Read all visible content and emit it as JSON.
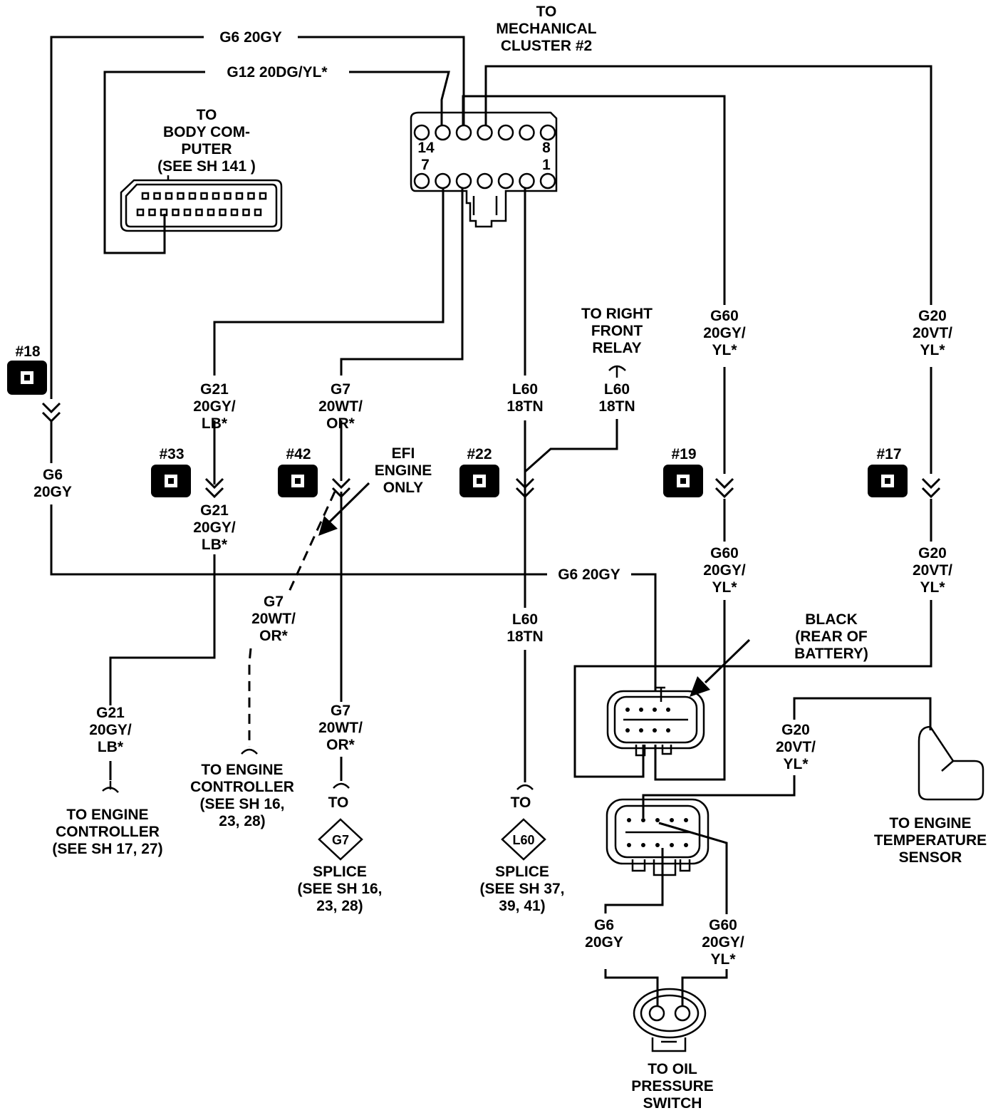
{
  "labels": {
    "to_mech_cluster_1": "TO",
    "to_mech_cluster_2": "MECHANICAL",
    "to_mech_cluster_3": "CLUSTER #2",
    "g6_top": "G6 20GY",
    "g12_top": "G12 20DG/YL*",
    "body_comp_1": "TO",
    "body_comp_2": "BODY COM-",
    "body_comp_3": "PUTER",
    "body_comp_4": "(SEE SH 141 )",
    "pin14": "14",
    "pin8": "8",
    "pin7": "7",
    "pin1": "1",
    "right_front_relay_1": "TO RIGHT",
    "right_front_relay_2": "FRONT",
    "right_front_relay_3": "RELAY",
    "g60_top_1": "G60",
    "g60_top_2": "20GY/",
    "g60_top_3": "YL*",
    "g20_top_1": "G20",
    "g20_top_2": "20VT/",
    "g20_top_3": "YL*",
    "c18": "#18",
    "c33": "#33",
    "c42": "#42",
    "c22": "#22",
    "c19": "#19",
    "c17": "#17",
    "g21_a_1": "G21",
    "g21_a_2": "20GY/",
    "g21_a_3": "LB*",
    "g7_a_1": "G7",
    "g7_a_2": "20WT/",
    "g7_a_3": "OR*",
    "l60_a_1": "L60",
    "l60_a_2": "18TN",
    "l60_relay_1": "L60",
    "l60_relay_2": "18TN",
    "efi_1": "EFI",
    "efi_2": "ENGINE",
    "efi_3": "ONLY",
    "g6_left_1": "G6",
    "g6_left_2": "20GY",
    "g21_b_1": "G21",
    "g21_b_2": "20GY/",
    "g21_b_3": "LB*",
    "g60_mid_1": "G60",
    "g60_mid_2": "20GY/",
    "g60_mid_3": "YL*",
    "g20_mid_1": "G20",
    "g20_mid_2": "20VT/",
    "g20_mid_3": "YL*",
    "g6_mid": "G6 20GY",
    "g7_dash_1": "G7",
    "g7_dash_2": "20WT/",
    "g7_dash_3": "OR*",
    "l60_b_1": "L60",
    "l60_b_2": "18TN",
    "black_1": "BLACK",
    "black_2": "(REAR OF",
    "black_3": "BATTERY)",
    "g21_c_1": "G21",
    "g21_c_2": "20GY/",
    "g21_c_3": "LB*",
    "g7_b_1": "G7",
    "g7_b_2": "20WT/",
    "g7_b_3": "OR*",
    "g20_low_1": "G20",
    "g20_low_2": "20VT/",
    "g20_low_3": "YL*",
    "ec_a_1": "TO ENGINE",
    "ec_a_2": "CONTROLLER",
    "ec_a_3": "(SEE SH 16,",
    "ec_a_4": "23, 28)",
    "to_g7": "TO",
    "to_l60": "TO",
    "ec_b_1": "TO ENGINE",
    "ec_b_2": "CONTROLLER",
    "ec_b_3": "(SEE SH 17, 27)",
    "g7_diamond": "G7",
    "l60_diamond": "L60",
    "splice_g7_1": "SPLICE",
    "splice_g7_2": "(SEE SH 16,",
    "splice_g7_3": "23, 28)",
    "splice_l60_1": "SPLICE",
    "splice_l60_2": "(SEE SH 37,",
    "splice_l60_3": "39, 41)",
    "temp_1": "TO ENGINE",
    "temp_2": "TEMPERATURE",
    "temp_3": "SENSOR",
    "g6_low_1": "G6",
    "g6_low_2": "20GY",
    "g60_low_1": "G60",
    "g60_low_2": "20GY/",
    "g60_low_3": "YL*",
    "oil_1": "TO OIL",
    "oil_2": "PRESSURE",
    "oil_3": "SWITCH"
  }
}
